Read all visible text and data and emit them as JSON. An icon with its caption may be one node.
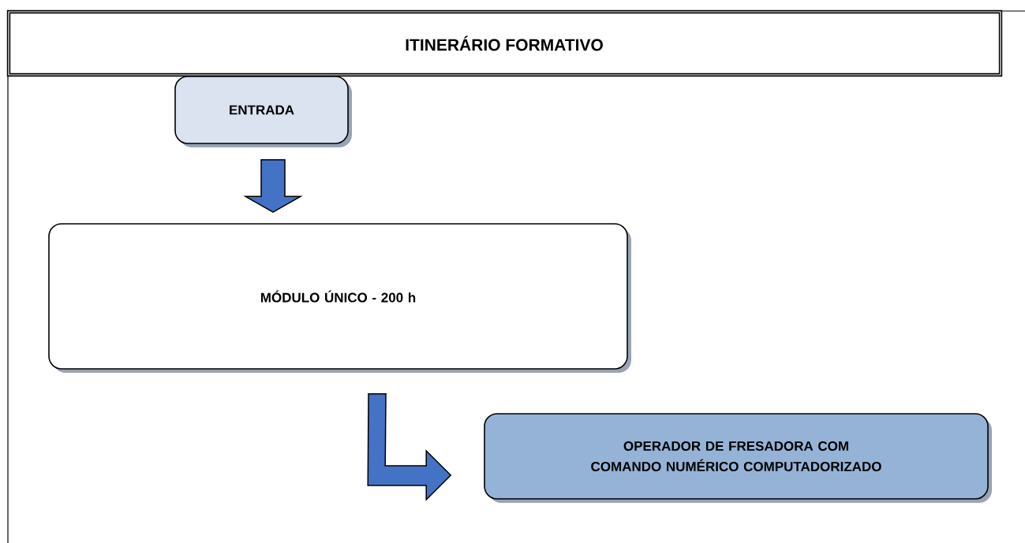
{
  "diagram": {
    "title": "ITINERÁRIO FORMATIVO",
    "nodes": [
      {
        "text": [
          "ENTRADA"
        ]
      },
      {
        "text": [
          "MÓDULO ÚNICO - 200 h"
        ]
      },
      {
        "text": [
          "OPERADOR DE FRESADORA COM COMANDO NUMÉRICO COMPUTADORIZADO"
        ]
      }
    ],
    "edges": [
      {
        "from": 0,
        "to": 1,
        "arrow": "to"
      },
      {
        "from": 1,
        "to": 2,
        "arrow": "to"
      }
    ]
  }
}
